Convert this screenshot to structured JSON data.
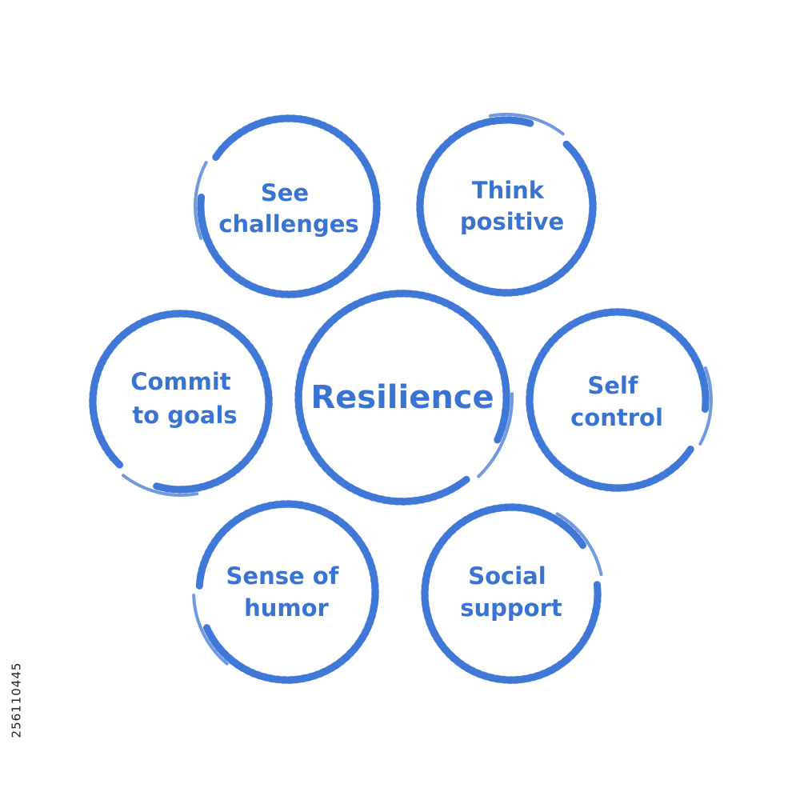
{
  "diagram": {
    "center": {
      "label": "Resilience"
    },
    "nodes": [
      {
        "id": "see-challenges",
        "lines": [
          "See",
          "challenges"
        ]
      },
      {
        "id": "think-positive",
        "lines": [
          "Think",
          "positive"
        ]
      },
      {
        "id": "commit-to-goals",
        "lines": [
          "Commit",
          "to goals"
        ]
      },
      {
        "id": "self-control",
        "lines": [
          "Self",
          "control"
        ]
      },
      {
        "id": "sense-of-humor",
        "lines": [
          "Sense of",
          "humor"
        ]
      },
      {
        "id": "social-support",
        "lines": [
          "Social",
          "support"
        ]
      }
    ]
  },
  "watermark": {
    "id_text": "256110445"
  },
  "colors": {
    "stroke": "#3f78d6",
    "text": "#3a74d2",
    "background": "#ffffff"
  }
}
